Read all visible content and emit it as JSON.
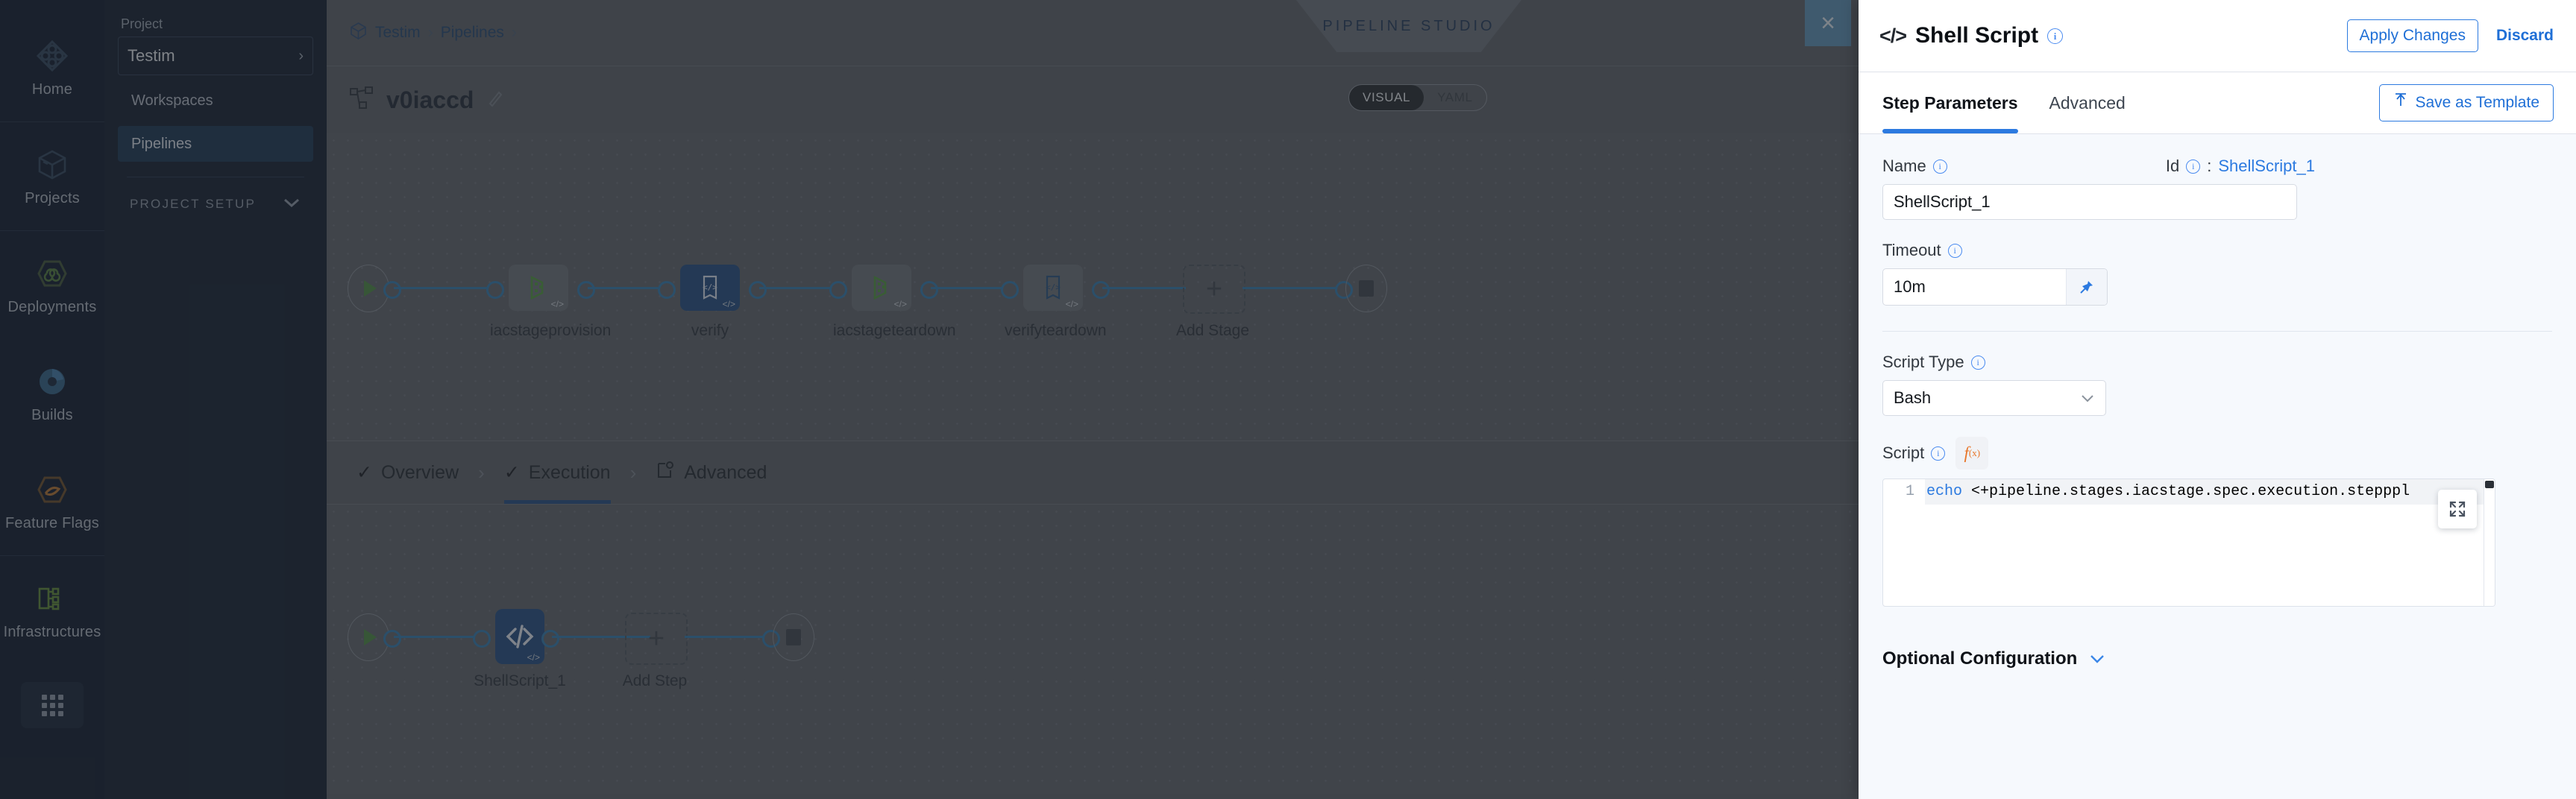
{
  "rail": {
    "items": [
      {
        "label": "Home",
        "icon": "home-clover-icon"
      },
      {
        "label": "Projects",
        "icon": "cube-icon"
      },
      {
        "label": "Deployments",
        "icon": "infinity-hex-icon"
      },
      {
        "label": "Builds",
        "icon": "gear-pie-icon"
      },
      {
        "label": "Feature Flags",
        "icon": "flag-hex-icon"
      },
      {
        "label": "Infrastructures",
        "icon": "infrastructure-icon"
      }
    ],
    "apps_icon": "grid-apps-icon"
  },
  "sidebar": {
    "caption": "Project",
    "project_name": "Testim",
    "chevron_icon": "chevron-right-icon",
    "items": [
      {
        "label": "Workspaces",
        "active": false
      },
      {
        "label": "Pipelines",
        "active": true
      }
    ],
    "setup_label": "PROJECT SETUP",
    "setup_chevron_icon": "chevron-down-icon"
  },
  "header": {
    "breadcrumb_icon": "cube-icon",
    "breadcrumbs": [
      "Testim",
      "Pipelines"
    ],
    "separator": "›",
    "studio_tag": "PIPELINE STUDIO",
    "close_icon": "close-icon",
    "pipeline_icon": "pipeline-nodes-icon",
    "pipeline_name": "v0iaccd",
    "edit_icon": "pencil-icon",
    "view_modes": [
      {
        "label": "VISUAL",
        "selected": true
      },
      {
        "label": "YAML",
        "selected": false
      }
    ]
  },
  "stages": {
    "nodes": [
      {
        "label": "iacstageprovision",
        "selected": false,
        "icon": "iac-green-icon",
        "tag": "</>"
      },
      {
        "label": "verify",
        "selected": true,
        "icon": "shell-script-icon",
        "tag": "</>"
      },
      {
        "label": "iacstageteardown",
        "selected": false,
        "icon": "iac-green-icon",
        "tag": "</>"
      },
      {
        "label": "verifyteardown",
        "selected": false,
        "icon": "shell-script-icon",
        "tag": "</>"
      }
    ],
    "add_stage_label": "Add Stage",
    "add_icon": "plus-icon",
    "start_icon": "play-icon",
    "end_icon": "stop-icon"
  },
  "stage_tabs": [
    {
      "label": "Overview",
      "icon": "check-icon",
      "selected": false
    },
    {
      "label": "Execution",
      "icon": "check-icon",
      "selected": true
    },
    {
      "label": "Advanced",
      "icon": "advanced-gear-icon",
      "selected": false
    }
  ],
  "steps": {
    "nodes": [
      {
        "label": "ShellScript_1",
        "selected": true,
        "icon": "code-brackets-icon",
        "tag": "</>"
      }
    ],
    "add_step_label": "Add Step",
    "add_icon": "plus-icon",
    "start_icon": "play-icon",
    "end_icon": "stop-icon"
  },
  "drawer": {
    "title": "Shell Script",
    "title_icon": "code-brackets-icon",
    "info_icon": "info-icon",
    "apply_label": "Apply Changes",
    "discard_label": "Discard",
    "tabs": [
      {
        "label": "Step Parameters",
        "selected": true
      },
      {
        "label": "Advanced",
        "selected": false
      }
    ],
    "save_template_label": "Save as Template",
    "save_template_icon": "template-upload-icon",
    "name_label": "Name",
    "name_value": "ShellScript_1",
    "id_label": "Id",
    "id_separator": ":",
    "id_value": "ShellScript_1",
    "timeout_label": "Timeout",
    "timeout_value": "10m",
    "pin_icon": "pin-icon",
    "script_type_label": "Script Type",
    "script_type_value": "Bash",
    "script_type_chevron": "chevron-down-icon",
    "script_label": "Script",
    "fx_label": "f(x)",
    "fx_icon": "expression-fx-icon",
    "expand_icon": "expand-fullscreen-icon",
    "script_line_number": "1",
    "script_keyword": "echo",
    "script_rest": " <+pipeline.stages.iacstage.spec.execution.step",
    "script_tail": "ppl",
    "optional_config_label": "Optional Configuration",
    "optional_chevron": "chevron-down-icon"
  },
  "colors": {
    "accent_blue": "#2c7ae0",
    "node_selected": "#1f4b82",
    "canvas": "#5d6268",
    "rail_bg": "#0b1628",
    "sidebar_bg": "#0e1a2b",
    "fx_orange": "#e8762a",
    "drawer_bg": "#f6f9fd"
  }
}
